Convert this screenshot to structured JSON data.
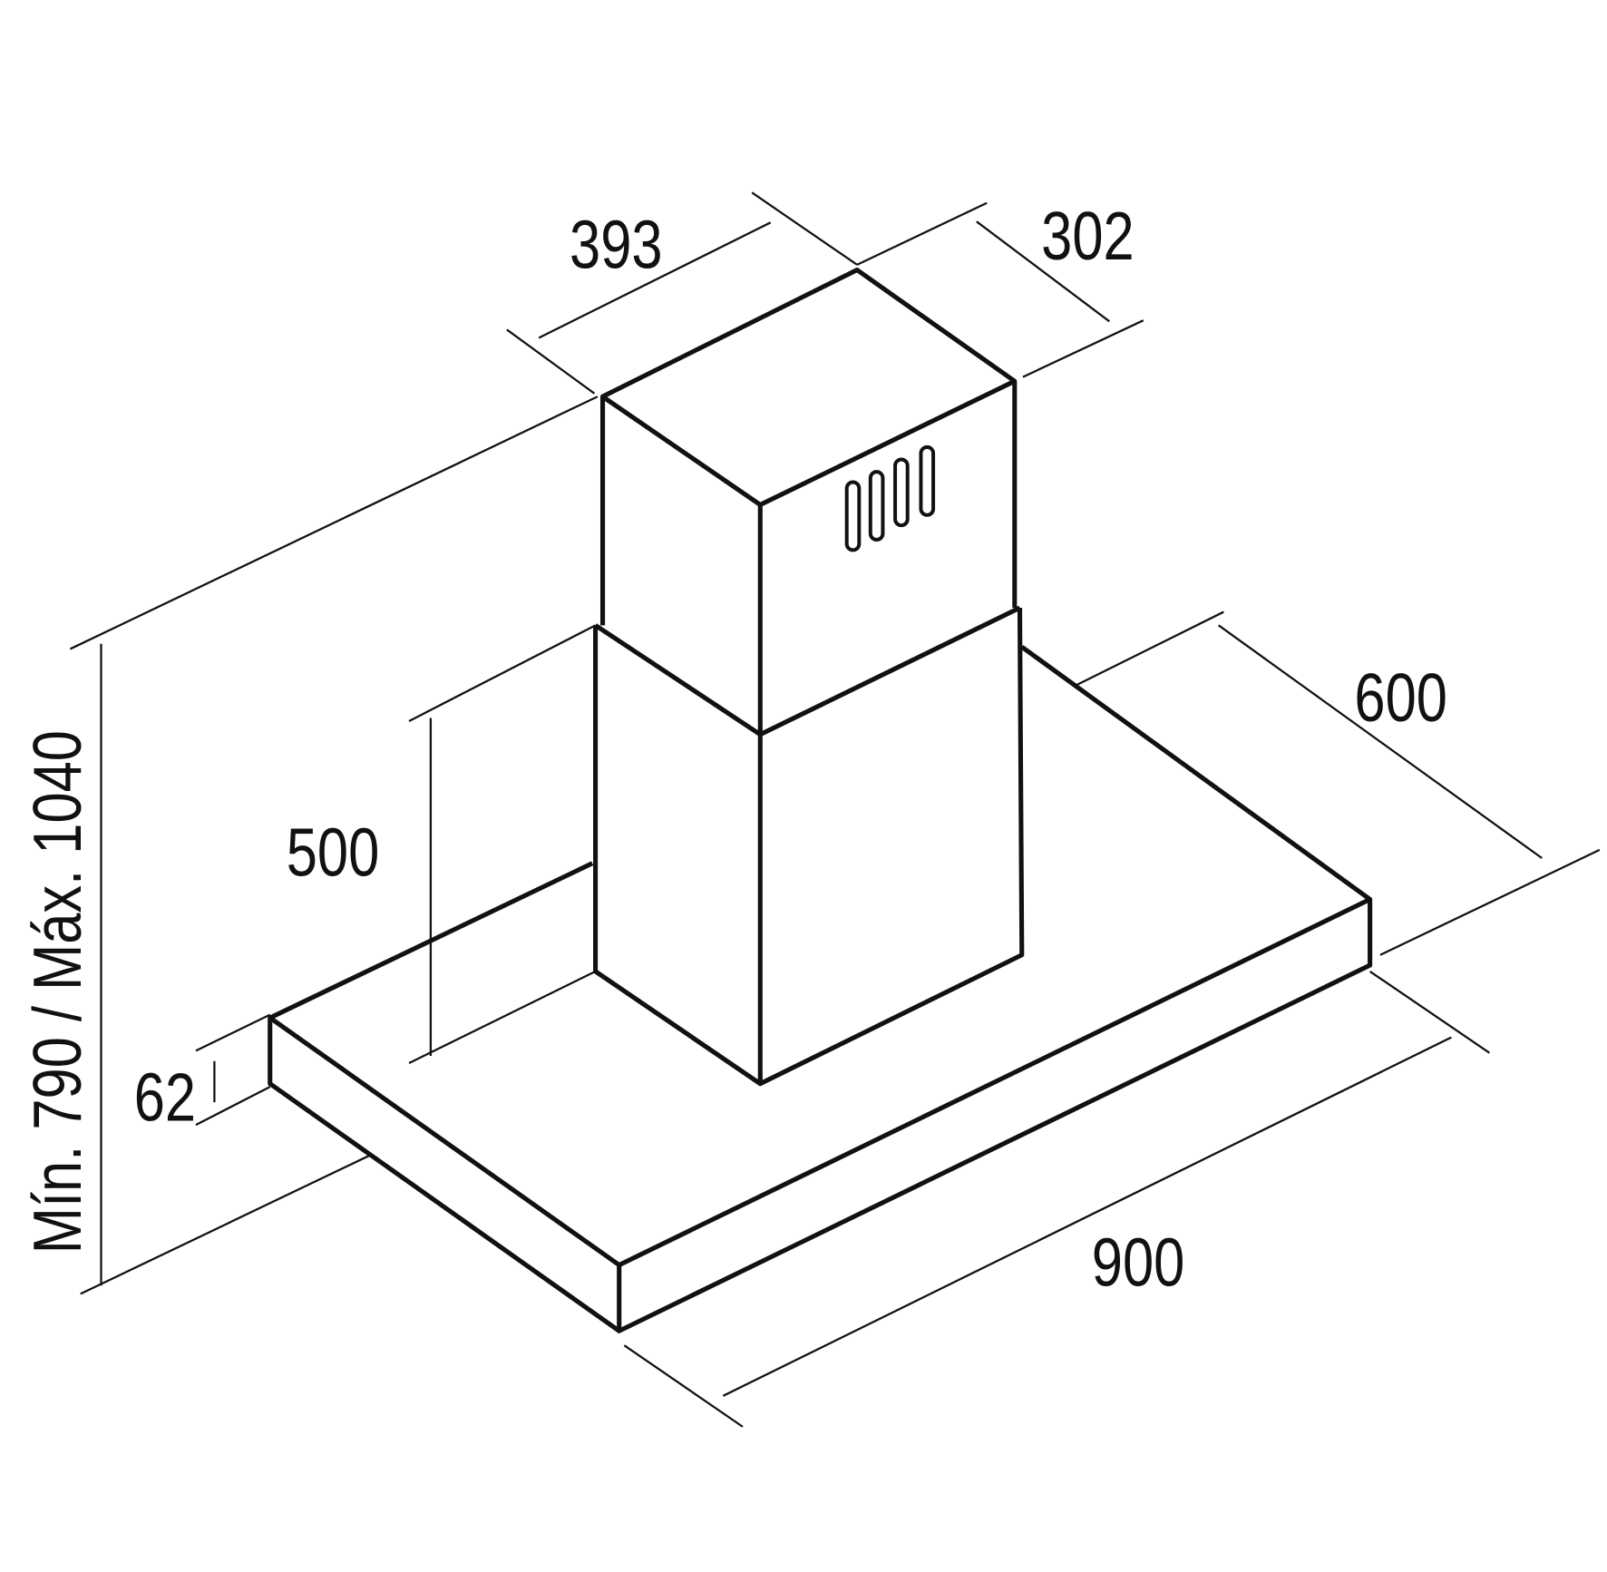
{
  "dimensions": {
    "chimney_width": "393",
    "chimney_depth": "302",
    "hood_depth": "600",
    "lower_chimney_height": "500",
    "hood_thickness": "62",
    "hood_width": "900",
    "total_height": "Mín. 790 / Máx. 1040"
  },
  "colors": {
    "line": "#111111",
    "background": "#ffffff"
  }
}
